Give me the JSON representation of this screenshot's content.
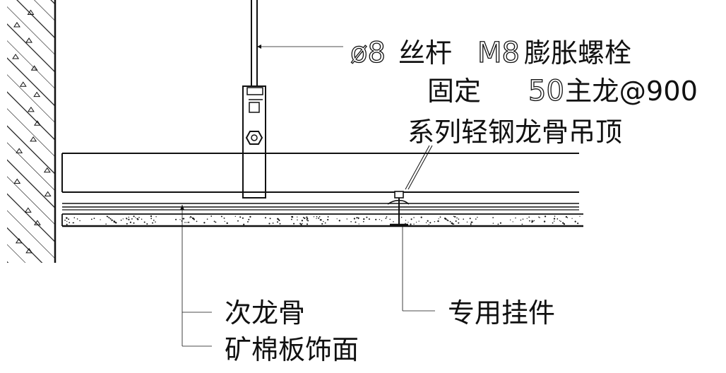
{
  "labels": {
    "rod_spec_prefix": "ø8",
    "rod_spec_text": "丝杆",
    "bolt_spec_prefix": "M8",
    "bolt_spec_text": "膨胀螺栓",
    "fixing": "固定",
    "main_keel_prefix": "50",
    "main_keel_text": "主龙@900",
    "system_desc": "系列轻钢龙骨吊顶",
    "secondary_keel": "次龙骨",
    "board_finish": "矿棉板饰面",
    "hanger": "专用挂件"
  },
  "colors": {
    "line": "#111111",
    "background": "#ffffff"
  }
}
